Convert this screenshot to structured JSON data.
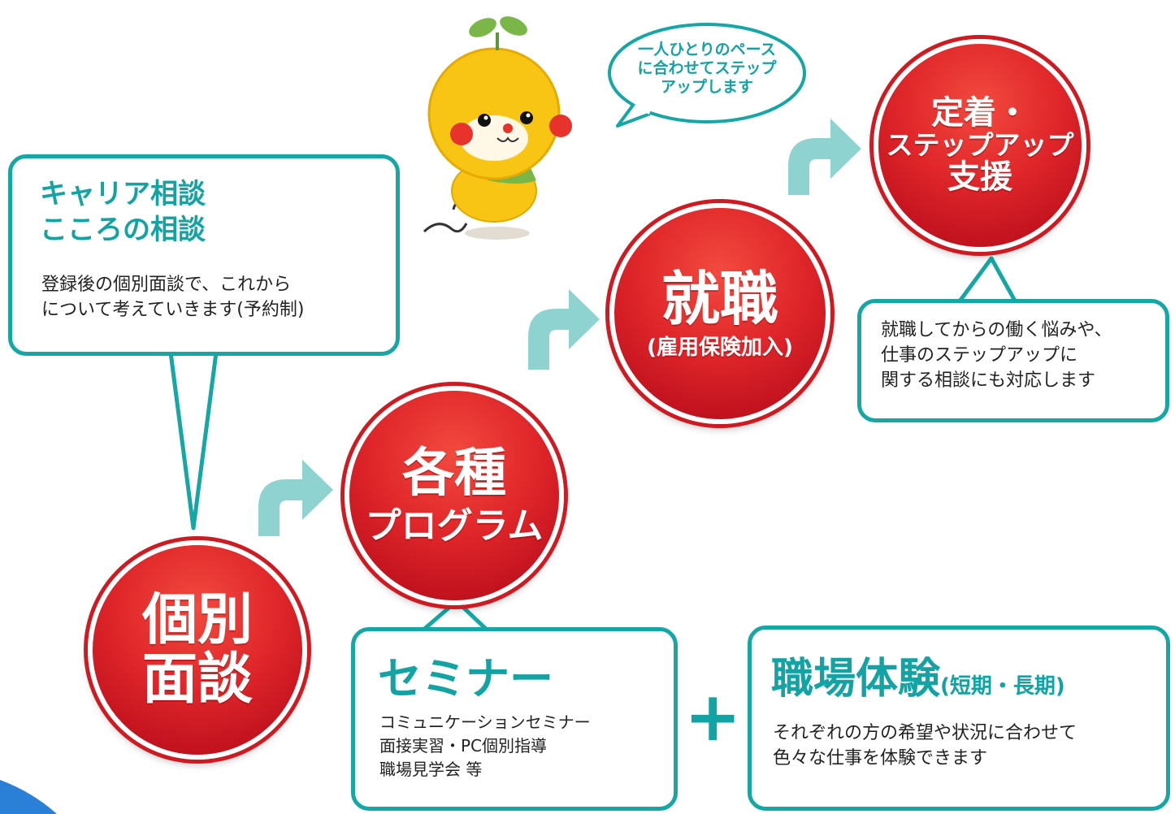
{
  "speech_bubble": {
    "line1": "一人ひとりのペース",
    "line2": "に合わせてステップ",
    "line3": "アップします"
  },
  "career_box": {
    "title1": "キャリア相談",
    "title2": "こころの相談",
    "desc1": "登録後の個別面談で、これから",
    "desc2": "について考えていきます(予約制)"
  },
  "steps": {
    "individual": {
      "line1": "個別",
      "line2": "面談"
    },
    "programs": {
      "line1": "各種",
      "line2": "プログラム"
    },
    "employment": {
      "line1": "就職",
      "line2": "(雇用保険加入)"
    },
    "settle": {
      "line1": "定着・",
      "line2": "ステップアップ",
      "line3": "支援"
    }
  },
  "after_box": {
    "line1": "就職してからの働く悩みや、",
    "line2": "仕事のステップアップに",
    "line3": "関する相談にも対応します"
  },
  "seminar_box": {
    "title": "セミナー",
    "item1": "コミュニケーションセミナー",
    "item2": "面接実習・PC個別指導",
    "item3": "職場見学会 等"
  },
  "plus_symbol": "+",
  "work_box": {
    "title": "職場体験",
    "sub": "(短期・長期)",
    "desc1": "それぞれの方の希望や状況に合わせて",
    "desc2": "色々な仕事を体験できます"
  },
  "colors": {
    "teal": "#13a3a4",
    "red": "#e0262a",
    "arrow": "#8fd3d1",
    "mascot": "#f9c514"
  },
  "icons": [
    "mascot-icon",
    "arrow-icon",
    "plus-icon"
  ]
}
